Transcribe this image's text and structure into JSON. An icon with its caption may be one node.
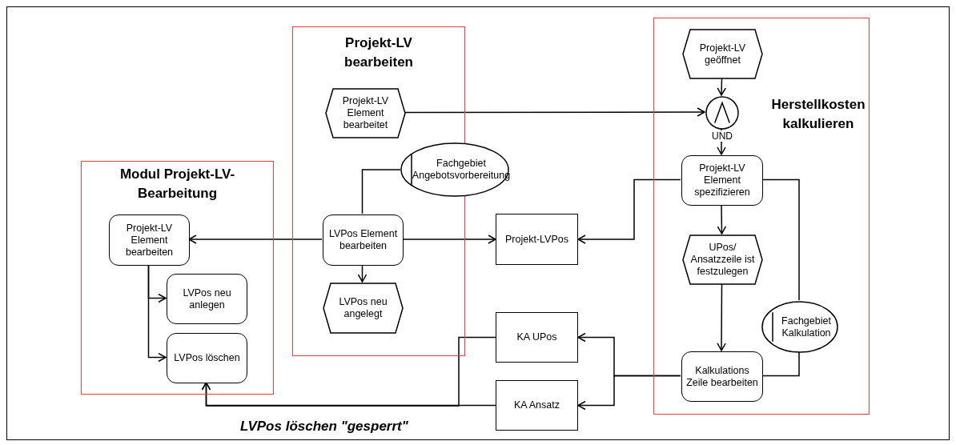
{
  "diagram": {
    "nodes": [
      {
        "text": [
          "Modul Projekt-LV-Bearbeitung"
        ]
      },
      {
        "text": [
          "Projekt-LV bearbeiten"
        ]
      },
      {
        "text": [
          "Herstellkosten kalkulieren"
        ]
      },
      {
        "text": [
          "Projekt-LV Element bearbeiten"
        ],
        "in": 0
      },
      {
        "text": [
          "LVPos neu anlegen"
        ],
        "in": 0
      },
      {
        "text": [
          "LVPos löschen"
        ],
        "in": 0
      },
      {
        "text": [
          "Projekt-LV Element bearbeitet"
        ],
        "in": 1
      },
      {
        "text": [
          "Fachgebiet Angebotsvorbereitung"
        ]
      },
      {
        "text": [
          "LVPos Element bearbeiten"
        ],
        "in": 1
      },
      {
        "text": [
          "LVPos neu angelegt"
        ],
        "in": 1
      },
      {
        "text": [
          "Projekt-LVPos"
        ]
      },
      {
        "text": [
          "Projekt-LV geöffnet"
        ],
        "in": 2
      },
      {
        "text": [],
        "shape": "circle",
        "in": 2,
        "beside": [
          "UND"
        ]
      },
      {
        "text": [
          "Projekt-LV Element spezifizieren"
        ],
        "in": 2
      },
      {
        "text": [
          "UPos/ Ansatzzeile ist festzulegen"
        ],
        "in": 2
      },
      {
        "text": [
          "Fachgebiet Kalkulation"
        ],
        "in": 2
      },
      {
        "text": [
          "Kalkulations Zeile bearbeiten"
        ],
        "in": 2
      },
      {
        "text": [
          "KA UPos"
        ]
      },
      {
        "text": [
          "KA Ansatz"
        ]
      }
    ],
    "edges": [
      {
        "from": 11,
        "to": 12,
        "arrow": "to"
      },
      {
        "from": 6,
        "to": 12,
        "arrow": "to"
      },
      {
        "from": 12,
        "to": 13,
        "arrow": "to"
      },
      {
        "from": 8,
        "to": 7,
        "arrow": "none"
      },
      {
        "from": 8,
        "to": 3,
        "arrow": "to"
      },
      {
        "from": 8,
        "to": 10,
        "arrow": "to"
      },
      {
        "from": 8,
        "to": 9,
        "arrow": "to"
      },
      {
        "from": 3,
        "to": 4,
        "arrow": "to"
      },
      {
        "from": 3,
        "to": 5,
        "arrow": "to"
      },
      {
        "from": 13,
        "to": 10,
        "arrow": "to"
      },
      {
        "from": 13,
        "to": 14,
        "arrow": "to"
      },
      {
        "from": 13,
        "to": 15,
        "arrow": "none"
      },
      {
        "from": 15,
        "to": 16,
        "arrow": "none"
      },
      {
        "from": 14,
        "to": 16,
        "arrow": "to"
      },
      {
        "from": 16,
        "to": 17,
        "arrow": "to"
      },
      {
        "from": 16,
        "to": 18,
        "arrow": "to"
      },
      {
        "from": 17,
        "to": 5,
        "arrow": "to"
      },
      {
        "from": 18,
        "to": 5,
        "arrow": "to"
      }
    ],
    "labels": [
      "LVPos löschen \"gesperrt\""
    ]
  }
}
